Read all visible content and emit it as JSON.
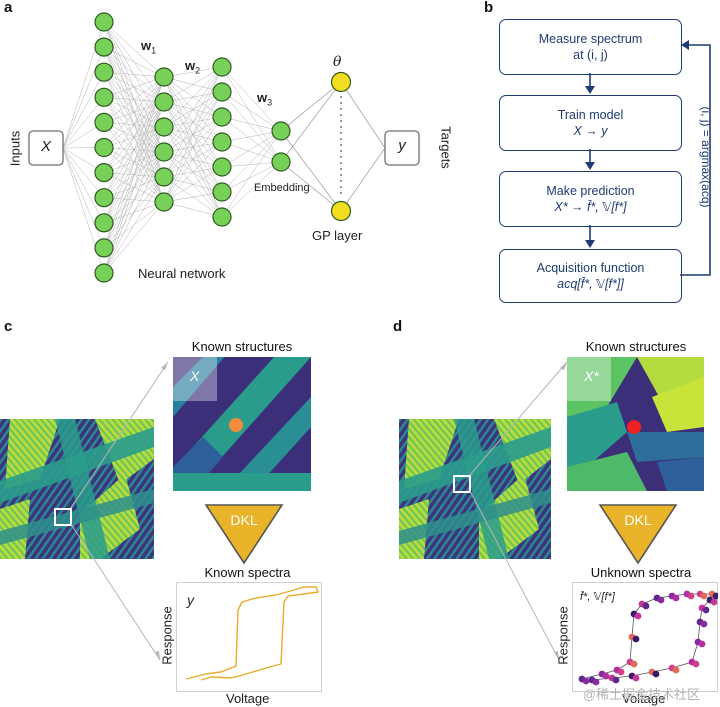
{
  "panel_a": {
    "label": "a",
    "inputs_label": "Inputs",
    "input_symbol": "X",
    "w1": "w",
    "w1_sub": "1",
    "w2": "w",
    "w2_sub": "2",
    "w3": "w",
    "w3_sub": "3",
    "theta": "θ",
    "embedding": "Embedding",
    "gp_layer": "GP layer",
    "neural_network": "Neural network",
    "output_symbol": "y",
    "targets_label": "Targets"
  },
  "panel_b": {
    "label": "b",
    "step1_line1": "Measure spectrum",
    "step1_line2": "at (i, j)",
    "step2_line1": "Train model",
    "step2_line2": "X → y",
    "step3_line1": "Make prediction",
    "step3_line2": "X* → f̄*, 𝕍[f*]",
    "step4_line1": "Acquisition function",
    "step4_line2": "acq[f̄*, 𝕍[f*]]",
    "loop_label": "(i, j) = argmax(acq)"
  },
  "panel_c": {
    "label": "c",
    "known_structures": "Known structures",
    "patch_label": "X",
    "dkl": "DKL",
    "known_spectra": "Known spectra",
    "plot_label": "y",
    "ylabel": "Response",
    "xlabel": "Voltage"
  },
  "panel_d": {
    "label": "d",
    "known_structures": "Known structures",
    "patch_label": "X*",
    "dkl": "DKL",
    "unknown_spectra": "Unknown spectra",
    "plot_label": "f̄*, 𝕍[f*]",
    "ylabel": "Response",
    "xlabel": "Voltage"
  },
  "colors": {
    "node_green": "#77d158",
    "node_yellow": "#f2dd1e",
    "flow_blue": "#1f3b73",
    "dkl_gold": "#e9b42a",
    "marker_orange": "#f08c3c",
    "marker_red": "#ee2222",
    "curve_gold": "#e7ad2b",
    "heat_dark": "#3b2f7a",
    "heat_teal": "#2a9c8c",
    "heat_yellow": "#c6e43a"
  },
  "watermark": "@稀土掘金技术社区"
}
